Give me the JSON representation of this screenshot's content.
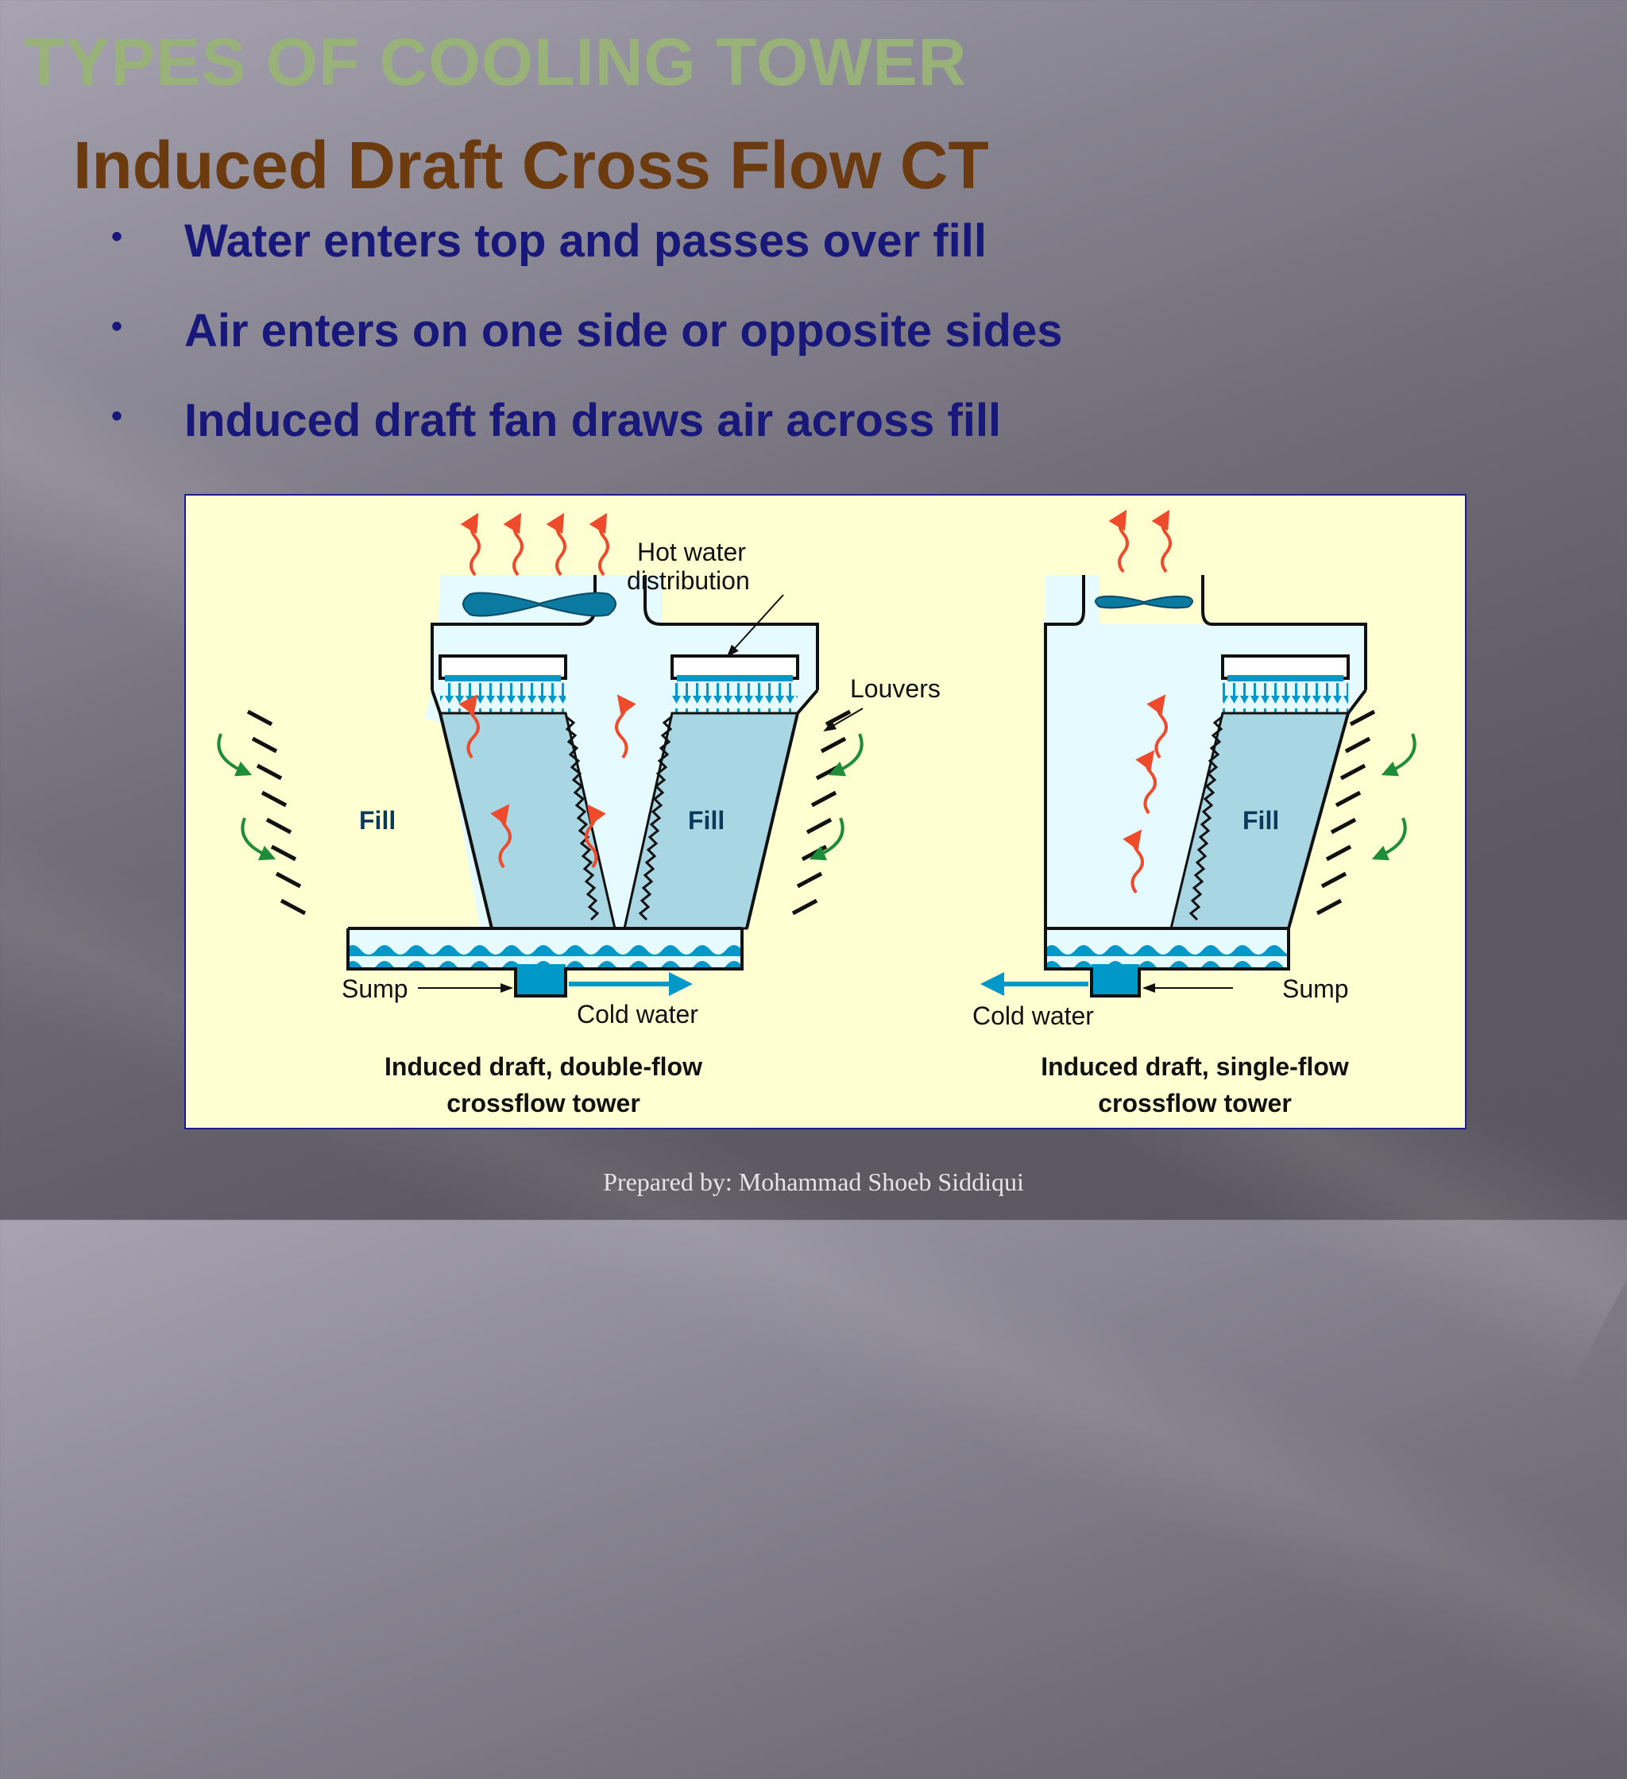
{
  "slide": {
    "section_title": "TYPES OF COOLING TOWER",
    "title": "Induced Draft Cross Flow CT",
    "bullet_char": "•",
    "bullets": [
      "Water enters top and passes over fill",
      "Air enters on one side or opposite sides",
      "Induced draft fan draws air across fill"
    ],
    "footer": "Prepared by: Mohammad Shoeb Siddiqui"
  },
  "figure": {
    "left_tower": {
      "fill_label": "Fill",
      "hot_water_label_line1": "Hot water",
      "hot_water_label_line2": "distribution",
      "louvers_label": "Louvers",
      "sump_label": "Sump",
      "cold_water_label": "Cold water",
      "caption_line1": "Induced draft, double-flow",
      "caption_line2": "crossflow tower"
    },
    "right_tower": {
      "fill_label": "Fill",
      "sump_label": "Sump",
      "cold_water_label": "Cold water",
      "caption_line1": "Induced draft, single-flow",
      "caption_line2": "crossflow tower"
    },
    "colors": {
      "background": "#ffffd1",
      "tower_interior": "#e6fbff",
      "fill": "#a8d6e2",
      "water": "#0097c9",
      "hot_air_arrow": "#ee4a2c",
      "cool_air_arrow": "#1e8c3a",
      "outline": "#111111"
    }
  }
}
